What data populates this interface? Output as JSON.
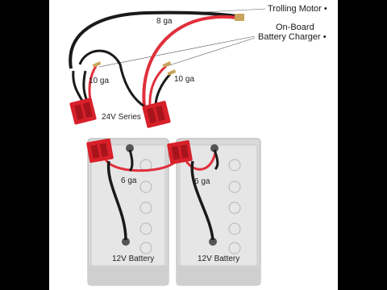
{
  "labels": {
    "trolling_motor": "Trolling Motor •",
    "onboard_charger_line1": "On-Board",
    "onboard_charger_line2": "Battery Charger •",
    "gauge_8": "8 ga",
    "gauge_10_left": "10 ga",
    "gauge_10_right": "10 ga",
    "series": "24V Series",
    "gauge_6_left": "6 ga",
    "gauge_6_right": "6 ga",
    "battery_left": "12V Battery",
    "battery_right": "12V Battery"
  },
  "colors": {
    "background": "#000000",
    "panel": "#ffffff",
    "wire_red": "#e0303c",
    "wire_black": "#1a1a1a",
    "connector_red": "#d8202a",
    "battery_case": "#d9d9d9"
  }
}
